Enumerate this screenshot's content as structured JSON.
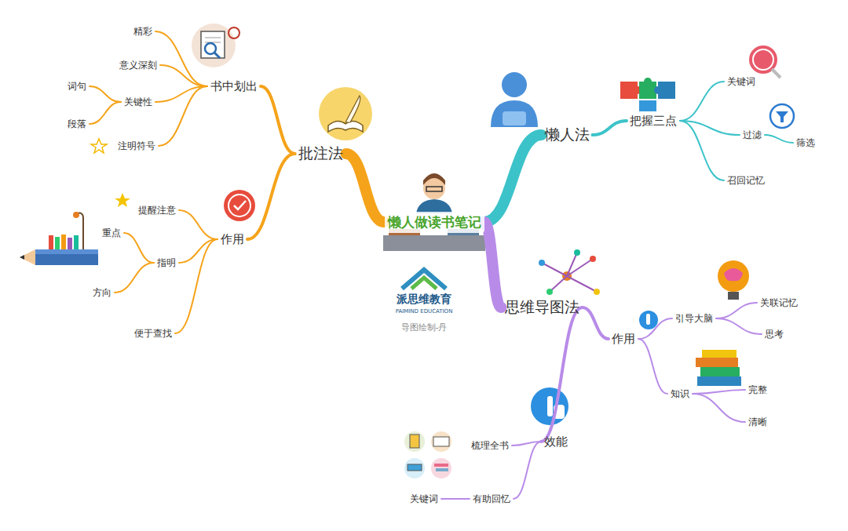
{
  "diagram": {
    "nodes": [
      {
        "text": [
          "懒人做读书笔记"
        ]
      },
      {
        "text": [
          "批注法"
        ]
      },
      {
        "text": [
          "书中划出"
        ]
      },
      {
        "text": [
          "精彩"
        ]
      },
      {
        "text": [
          "意义深刻"
        ]
      },
      {
        "text": [
          "关键性"
        ]
      },
      {
        "text": [
          "词句"
        ]
      },
      {
        "text": [
          "段落"
        ]
      },
      {
        "text": [
          "注明符号"
        ]
      },
      {
        "text": [
          "作用"
        ]
      },
      {
        "text": [
          "提醒注意"
        ]
      },
      {
        "text": [
          "指明"
        ]
      },
      {
        "text": [
          "重点"
        ]
      },
      {
        "text": [
          "方向"
        ]
      },
      {
        "text": [
          "便于查找"
        ]
      },
      {
        "text": [
          "懒人法"
        ]
      },
      {
        "text": [
          "把握三点"
        ]
      },
      {
        "text": [
          "关键词"
        ]
      },
      {
        "text": [
          "过滤"
        ]
      },
      {
        "text": [
          "筛选"
        ]
      },
      {
        "text": [
          "召回记忆"
        ]
      },
      {
        "text": [
          "思维导图法"
        ]
      },
      {
        "text": [
          "作用"
        ]
      },
      {
        "text": [
          "引导大脑"
        ]
      },
      {
        "text": [
          "关联记忆"
        ]
      },
      {
        "text": [
          "思考"
        ]
      },
      {
        "text": [
          "知识"
        ]
      },
      {
        "text": [
          "完整"
        ]
      },
      {
        "text": [
          "清晰"
        ]
      },
      {
        "text": [
          "效能"
        ]
      },
      {
        "text": [
          "梳理全书"
        ]
      },
      {
        "text": [
          "有助回忆"
        ]
      },
      {
        "text": [
          "关键词"
        ]
      }
    ],
    "edges": [
      {
        "from": 0,
        "to": 1,
        "arrow": "none"
      },
      {
        "from": 1,
        "to": 2,
        "arrow": "none"
      },
      {
        "from": 2,
        "to": 3,
        "arrow": "none"
      },
      {
        "from": 2,
        "to": 4,
        "arrow": "none"
      },
      {
        "from": 2,
        "to": 5,
        "arrow": "none"
      },
      {
        "from": 5,
        "to": 6,
        "arrow": "none"
      },
      {
        "from": 5,
        "to": 7,
        "arrow": "none"
      },
      {
        "from": 2,
        "to": 8,
        "arrow": "none"
      },
      {
        "from": 1,
        "to": 9,
        "arrow": "none"
      },
      {
        "from": 9,
        "to": 10,
        "arrow": "none"
      },
      {
        "from": 9,
        "to": 11,
        "arrow": "none"
      },
      {
        "from": 11,
        "to": 12,
        "arrow": "none"
      },
      {
        "from": 11,
        "to": 13,
        "arrow": "none"
      },
      {
        "from": 9,
        "to": 14,
        "arrow": "none"
      },
      {
        "from": 0,
        "to": 15,
        "arrow": "none"
      },
      {
        "from": 15,
        "to": 16,
        "arrow": "none"
      },
      {
        "from": 16,
        "to": 17,
        "arrow": "none"
      },
      {
        "from": 16,
        "to": 18,
        "arrow": "none"
      },
      {
        "from": 18,
        "to": 19,
        "arrow": "none"
      },
      {
        "from": 16,
        "to": 20,
        "arrow": "none"
      },
      {
        "from": 0,
        "to": 21,
        "arrow": "none"
      },
      {
        "from": 21,
        "to": 22,
        "arrow": "none"
      },
      {
        "from": 22,
        "to": 23,
        "arrow": "none"
      },
      {
        "from": 23,
        "to": 24,
        "arrow": "none"
      },
      {
        "from": 23,
        "to": 25,
        "arrow": "none"
      },
      {
        "from": 22,
        "to": 26,
        "arrow": "none"
      },
      {
        "from": 26,
        "to": 27,
        "arrow": "none"
      },
      {
        "from": 26,
        "to": 28,
        "arrow": "none"
      },
      {
        "from": 21,
        "to": 29,
        "arrow": "none"
      },
      {
        "from": 29,
        "to": 30,
        "arrow": "none"
      },
      {
        "from": 29,
        "to": 31,
        "arrow": "none"
      },
      {
        "from": 31,
        "to": 32,
        "arrow": "none"
      }
    ],
    "labels": [
      "派思维教育",
      "PAIMIND EDUCATION",
      "导图绘制-丹"
    ]
  }
}
